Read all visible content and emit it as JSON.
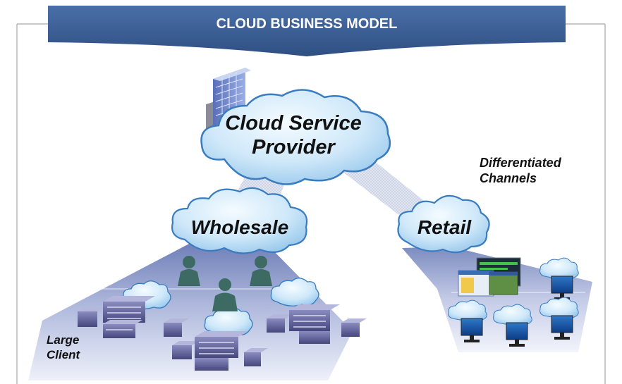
{
  "title": "CLOUD BUSINESS MODEL",
  "provider": {
    "line1": "Cloud Service",
    "line2": "Provider"
  },
  "wholesale": "Wholesale",
  "retail": "Retail",
  "differentiated": {
    "line1": "Differentiated",
    "line2": "Channels"
  },
  "large_client": {
    "line1": "Large",
    "line2": "Client"
  },
  "colors": {
    "banner": "#3b5f95",
    "frame": "#a6a6a6",
    "cloud_fill": "#bfe0f6",
    "cloud_stroke": "#3a7cc0",
    "person": "#3d6b63",
    "building": "#4a4c86",
    "beam": "#c9cfe6"
  }
}
